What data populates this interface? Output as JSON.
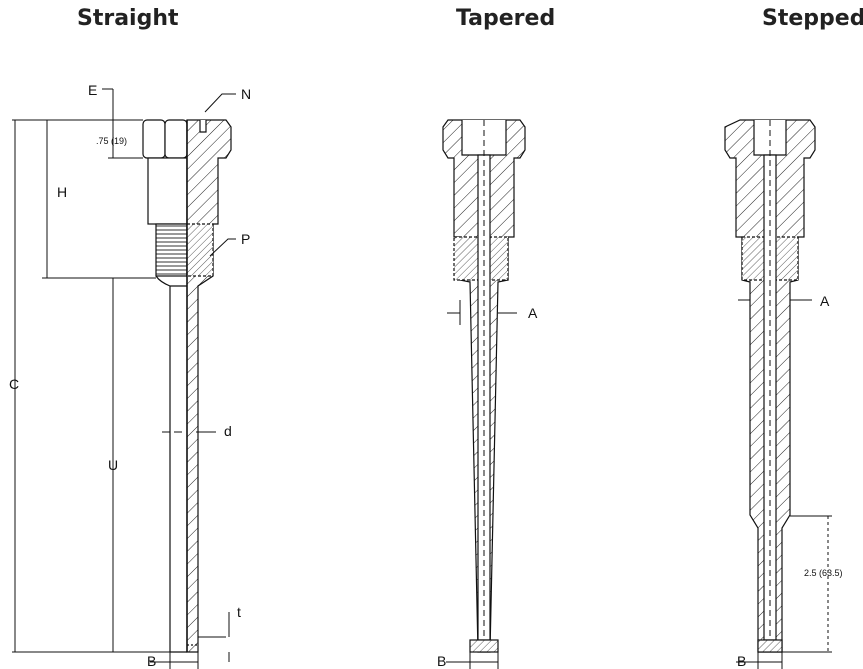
{
  "titles": {
    "straight": "Straight",
    "tapered": "Tapered",
    "stepped": "Stepped"
  },
  "labels": {
    "E": "E",
    "N": "N",
    "H": "H",
    "P": "P",
    "C": "C",
    "U": "U",
    "d": "d",
    "t": "t",
    "B": "B",
    "A": "A",
    "hex_height": ".75 (19)",
    "step_length": "2.5 (63.5)"
  }
}
